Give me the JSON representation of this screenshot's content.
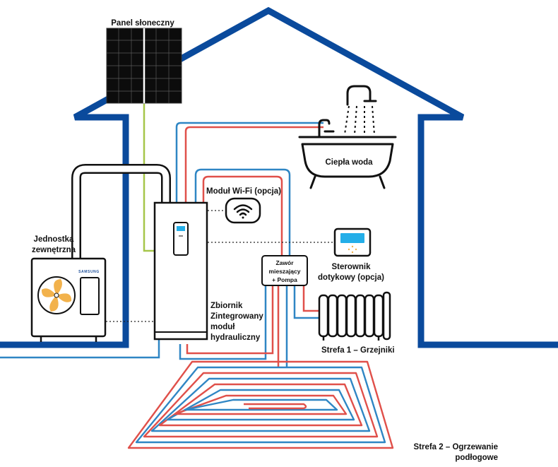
{
  "labels": {
    "solar_panel": "Panel słoneczny",
    "hot_water": "Ciepła woda",
    "wifi_module": "Moduł Wi-Fi (opcja)",
    "outdoor_unit": [
      "Jednostka",
      "zewnętrzna"
    ],
    "touch_controller": [
      "Sterownik",
      "dotykowy (opcja)"
    ],
    "mixing_valve": [
      "Zawór",
      "mieszający",
      "+ Pompa"
    ],
    "tank": [
      "Zbiornik",
      "Zintegrowany",
      "moduł",
      "hydrauliczny"
    ],
    "zone1": "Strefa 1 – Grzejniki",
    "zone2": [
      "Strefa 2 – Ogrzewanie",
      "podłogowe"
    ]
  },
  "outdoor_unit_brand": "SAMSUNG",
  "colors": {
    "house_outline": "#0a4a9c",
    "hot_pipe": "#e0504a",
    "cold_pipe": "#2f86c4",
    "solar_cable": "#a6c64a",
    "refrigerant_pipe": "#111111",
    "fan": "#f2b24c"
  }
}
